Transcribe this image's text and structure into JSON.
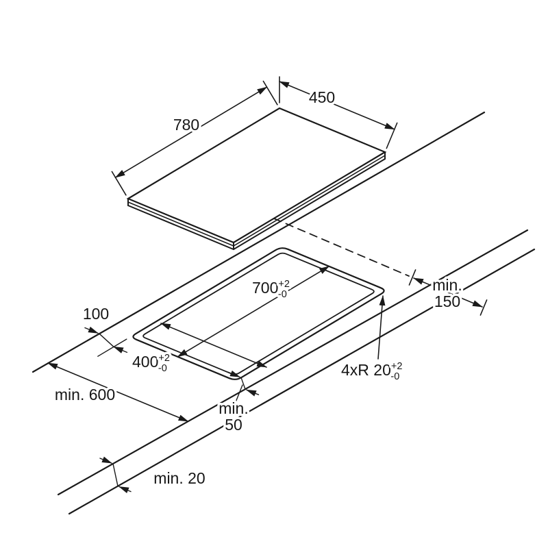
{
  "figure": {
    "kind": "cooktop installation dimension drawing",
    "line_color": "#1a1a1a",
    "background": "#ffffff"
  },
  "dims": {
    "hob_width": "780",
    "hob_depth": "450",
    "cutout_length": {
      "value": "700",
      "tol_plus": "+2",
      "tol_minus": "-0"
    },
    "cutout_width": {
      "value": "400",
      "tol_plus": "+2",
      "tol_minus": "-0"
    },
    "corner_radius": {
      "value": "4xR 20",
      "tol_plus": "+2",
      "tol_minus": "-0"
    },
    "rear_clearance": "100",
    "side_clearance": {
      "line1": "min.",
      "line2": "150"
    },
    "worktop_depth": "min. 600",
    "front_clearance": {
      "line1": "min.",
      "line2": "50"
    },
    "front_edge_gap": "min. 20"
  }
}
